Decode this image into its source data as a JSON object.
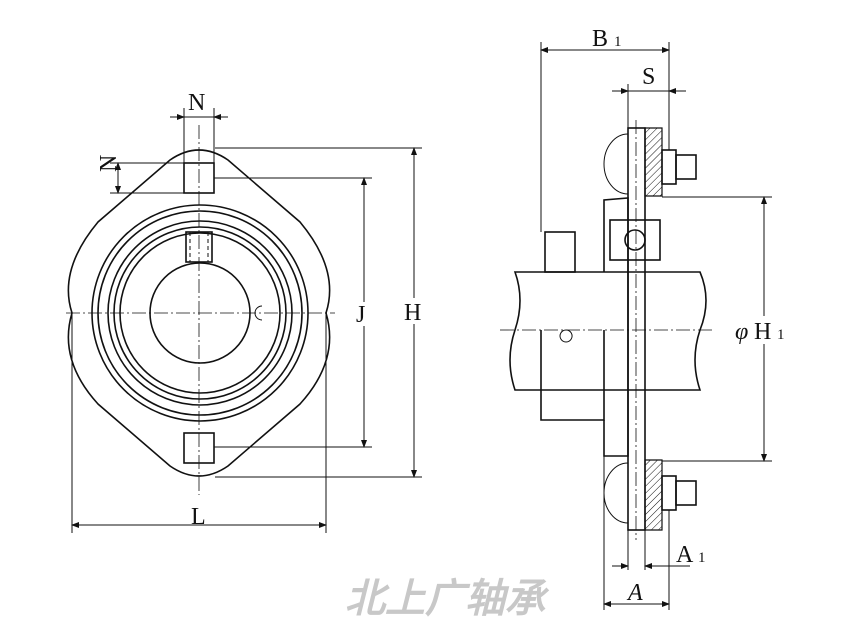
{
  "title": "Pressed steel two-bolt flange bearing unit dimension drawing",
  "watermark": "北上广轴承",
  "labels": {
    "N_top": "N",
    "N_side": "N",
    "J": "J",
    "H": "H",
    "L": "L",
    "B1": "B",
    "B1_sub": "1",
    "S": "S",
    "H1_phi": "φ",
    "H1": "H",
    "H1_sub": "1",
    "A1": "A",
    "A1_sub": "1",
    "A": "A"
  }
}
